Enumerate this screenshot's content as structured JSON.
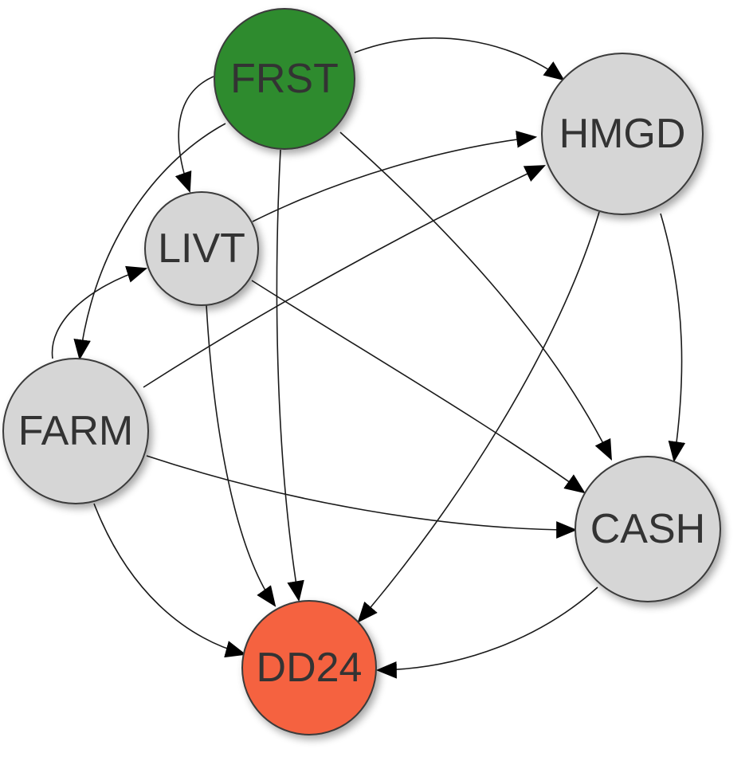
{
  "graph": {
    "nodes": [
      {
        "id": "FRST",
        "label": "FRST",
        "role": "exposure",
        "color": "#2e8b2e"
      },
      {
        "id": "HMGD",
        "label": "HMGD",
        "role": "covariate",
        "color": "#d6d6d6"
      },
      {
        "id": "LIVT",
        "label": "LIVT",
        "role": "covariate",
        "color": "#d6d6d6"
      },
      {
        "id": "FARM",
        "label": "FARM",
        "role": "covariate",
        "color": "#d6d6d6"
      },
      {
        "id": "CASH",
        "label": "CASH",
        "role": "covariate",
        "color": "#d6d6d6"
      },
      {
        "id": "DD24",
        "label": "DD24",
        "role": "outcome",
        "color": "#f5623f"
      }
    ],
    "edges": [
      {
        "from": "FRST",
        "to": "HMGD"
      },
      {
        "from": "FRST",
        "to": "LIVT"
      },
      {
        "from": "FRST",
        "to": "FARM"
      },
      {
        "from": "FRST",
        "to": "DD24"
      },
      {
        "from": "FRST",
        "to": "CASH"
      },
      {
        "from": "LIVT",
        "to": "HMGD"
      },
      {
        "from": "LIVT",
        "to": "CASH"
      },
      {
        "from": "LIVT",
        "to": "DD24"
      },
      {
        "from": "FARM",
        "to": "LIVT"
      },
      {
        "from": "FARM",
        "to": "HMGD"
      },
      {
        "from": "FARM",
        "to": "CASH"
      },
      {
        "from": "FARM",
        "to": "DD24"
      },
      {
        "from": "HMGD",
        "to": "CASH"
      },
      {
        "from": "HMGD",
        "to": "DD24"
      },
      {
        "from": "CASH",
        "to": "DD24"
      }
    ]
  }
}
